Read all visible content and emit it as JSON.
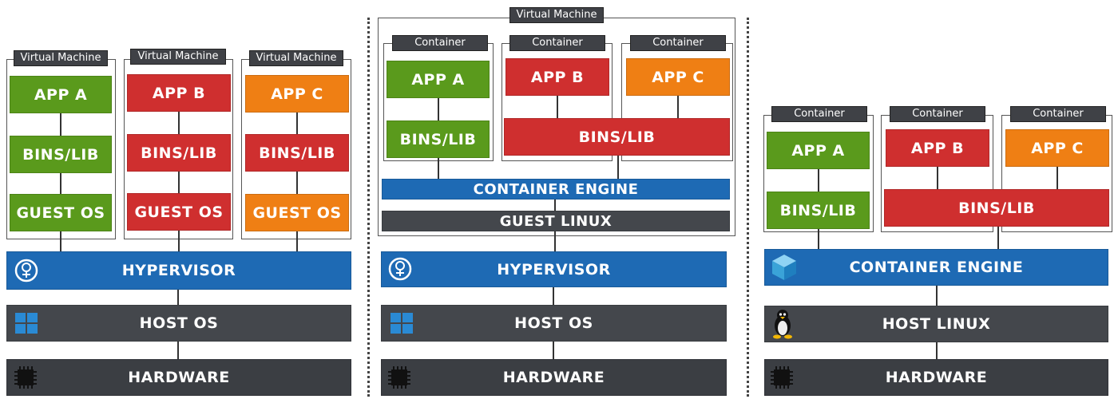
{
  "labels": {
    "virtual_machine": "Virtual Machine",
    "container": "Container",
    "app_a": "APP A",
    "app_b": "APP B",
    "app_c": "APP C",
    "bins_lib": "BINS/LIB",
    "guest_os": "GUEST OS",
    "hypervisor": "HYPERVISOR",
    "host_os": "HOST OS",
    "hardware": "HARDWARE",
    "container_engine": "CONTAINER ENGINE",
    "guest_linux": "GUEST LINUX",
    "host_linux": "HOST LINUX"
  },
  "colors": {
    "app_a": "#5a9a1c",
    "app_b": "#cf2f2f",
    "app_c": "#ef7f14",
    "engine": "#1e6ab4",
    "host": "#44474c",
    "hardware": "#3b3e43"
  },
  "icons": [
    "hypervisor-icon",
    "windows-icon",
    "chip-icon",
    "docker-cube-icon",
    "tux-penguin-icon"
  ]
}
